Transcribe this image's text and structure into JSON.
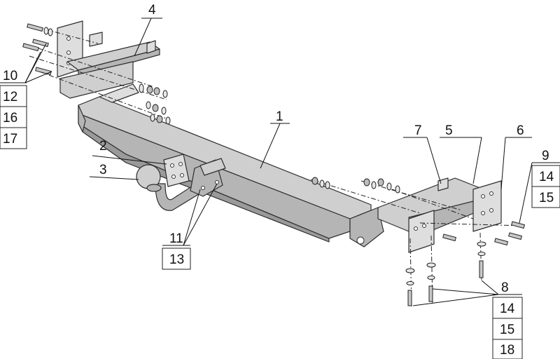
{
  "callouts": {
    "c1": "1",
    "c2": "2",
    "c3": "3",
    "c4": "4",
    "c5": "5",
    "c6": "6",
    "c7": "7",
    "c8": "8",
    "c9": "9",
    "left_stack": [
      "10",
      "12",
      "16",
      "17"
    ],
    "right_upper_stack": [
      "14",
      "15"
    ],
    "mid_stack": [
      "11",
      "13"
    ],
    "right_lower_stack": [
      "14",
      "15",
      "18"
    ]
  }
}
